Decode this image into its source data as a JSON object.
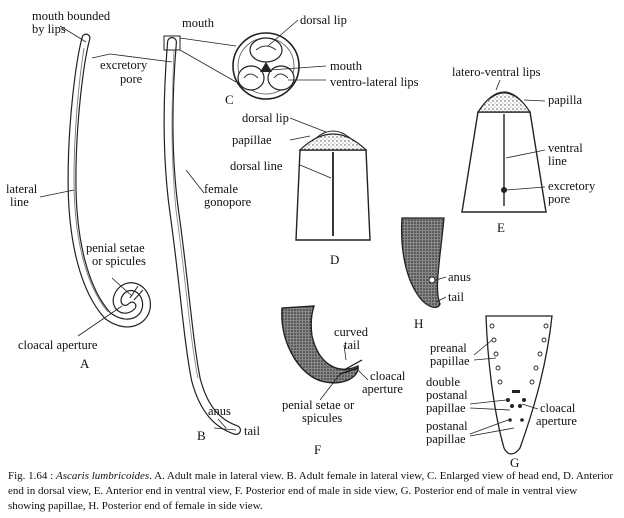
{
  "panels": {
    "A": "A",
    "B": "B",
    "C": "C",
    "D": "D",
    "E": "E",
    "F": "F",
    "G": "G",
    "H": "H"
  },
  "labels": {
    "mouth_bounded_l1": "mouth bounded",
    "mouth_bounded_l2": "by lips",
    "excretory_l1": "excretory",
    "excretory_l2": "pore",
    "lateral_l1": "lateral",
    "lateral_l2": "line",
    "penial_l1": "penial setae",
    "penial_l2": "or spicules",
    "cloacal_aperture_a": "cloacal aperture",
    "mouth": "mouth",
    "female_l1": "female",
    "female_l2": "gonopore",
    "anus_b": "anus",
    "tail_b": "tail",
    "dorsal_lip_c": "dorsal lip",
    "mouth_c": "mouth",
    "ventro_lateral": "ventro-lateral lips",
    "dorsal_lip_d": "dorsal lip",
    "papillae_d": "papillae",
    "dorsal_line": "dorsal line",
    "latero_ventral": "latero-ventral lips",
    "papilla_e": "papilla",
    "ventral_l1": "ventral",
    "ventral_l2": "line",
    "excretory_e_l1": "excretory",
    "excretory_e_l2": "pore",
    "curved_l1": "curved",
    "curved_l2": "tail",
    "cloacal_f_l1": "cloacal",
    "cloacal_f_l2": "aperture",
    "penial_f_l1": "penial setae or",
    "penial_f_l2": "spicules",
    "anus_h": "anus",
    "tail_h": "tail",
    "preanal_l1": "preanal",
    "preanal_l2": "papillae",
    "double_l1": "double",
    "double_l2": "postanal",
    "double_l3": "papillae",
    "postanal_l1": "postanal",
    "postanal_l2": "papillae",
    "cloacal_g_l1": "cloacal",
    "cloacal_g_l2": "aperture"
  },
  "caption": {
    "prefix": "Fig. 1.64 : ",
    "species": "Ascaris lumbricoides",
    "text": ". A. Adult male in lateral view. B. Adult female in lateral view, C. Enlarged view of head end, D. Anterior end in dorsal view, E. Anterior end in ventral view, F. Posterior end of male in side view, G. Posterior end of male in ventral view showing papillae, H. Posterior end of female in side view."
  }
}
